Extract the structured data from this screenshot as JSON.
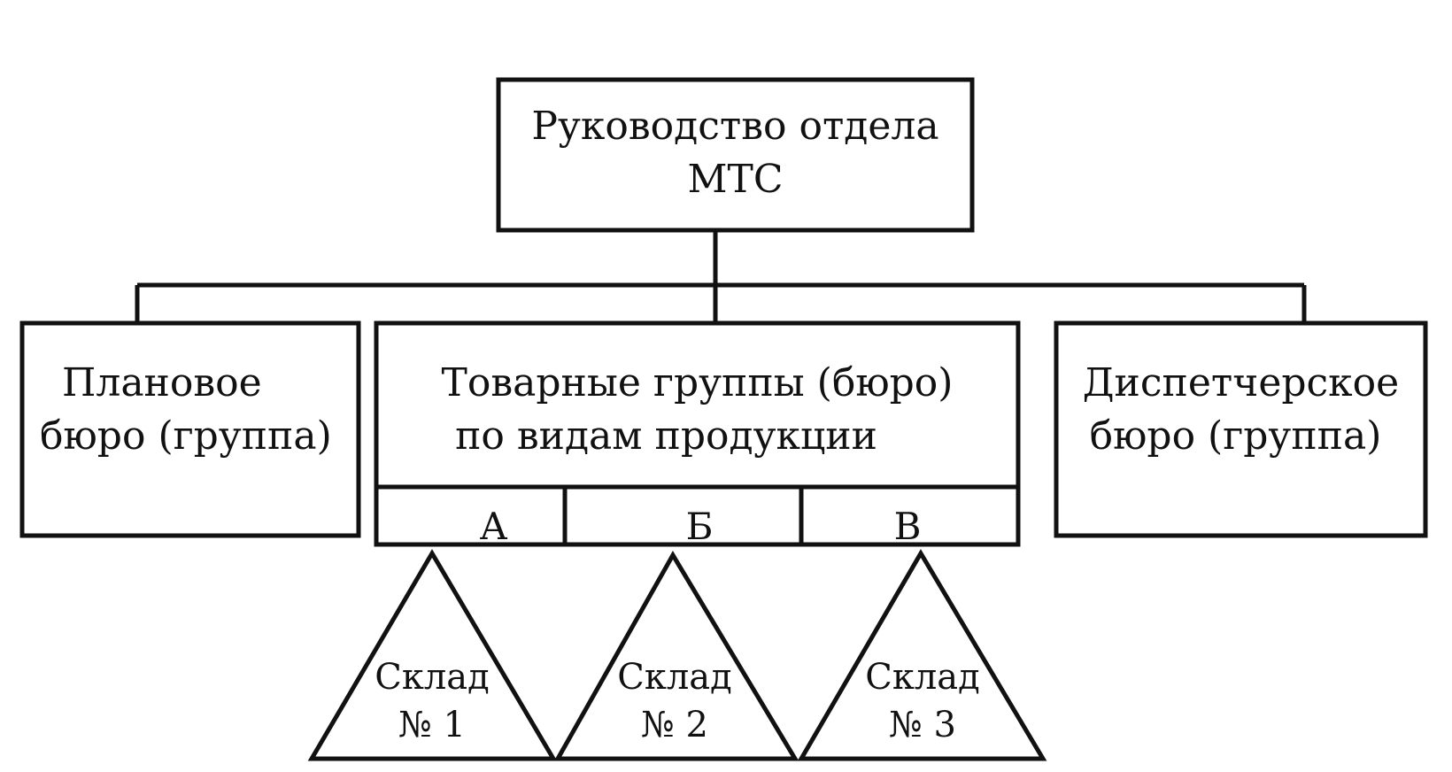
{
  "diagram": {
    "top": {
      "line1": "Руководство отдела",
      "line2": "МТС"
    },
    "left": {
      "line1": "Плановое",
      "line2": "бюро (группа)"
    },
    "center": {
      "line1": "Товарные группы (бюро)",
      "line2": "по видам продукции",
      "sections": [
        "А",
        "Б",
        "В"
      ]
    },
    "right": {
      "line1": "Диспетчерское",
      "line2": "бюро (группа)"
    },
    "warehouses": [
      {
        "line1": "Склад",
        "line2": "№ 1"
      },
      {
        "line1": "Склад",
        "line2": "№ 2"
      },
      {
        "line1": "Склад",
        "line2": "№ 3"
      }
    ]
  }
}
